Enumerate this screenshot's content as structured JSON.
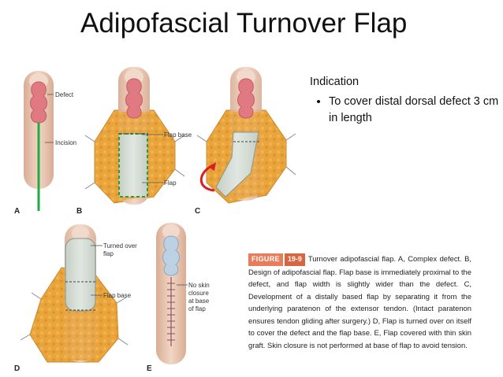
{
  "title": "Adipofascial Turnover Flap",
  "indication": {
    "heading": "Indication",
    "bullets": [
      "To cover distal dorsal defect 3 cm in length"
    ]
  },
  "figure": {
    "panel_letters": [
      "A",
      "B",
      "C",
      "D",
      "E"
    ],
    "labels": {
      "defect": "Defect",
      "incision": "Incision",
      "flap_base_b": "Flap base",
      "flap_b": "Flap",
      "turned_over_line1": "Turned over",
      "turned_over_line2": "flap",
      "flap_base_d": "Flap base",
      "no_skin_line1": "No skin",
      "no_skin_line2": "closure",
      "no_skin_line3": "at base",
      "no_skin_line4": "of flap"
    },
    "colors": {
      "fat": "#e8a23a",
      "skin": "#e9c9b3",
      "defect": "#e0707a",
      "flap": "#cfd7cf",
      "graft": "#bfd3e3",
      "incision_line": "#22aa44",
      "rotation_arrow": "#d81f26"
    }
  },
  "caption": {
    "figure_word": "FIGURE",
    "figure_number": "19-9",
    "text": "Turnover adipofascial flap. A, Complex defect. B, Design of adipofascial flap. Flap base is immediately proximal to the defect, and flap width is slightly wider than the defect. C, Development of a distally based flap by separating it from the underlying paratenon of the extensor tendon. (Intact paratenon ensures tendon gliding after surgery.) D, Flap is turned over on itself to cover the defect and the flap base. E, Flap covered with thin skin graft. Skin closure is not performed at base of flap to avoid tension."
  }
}
